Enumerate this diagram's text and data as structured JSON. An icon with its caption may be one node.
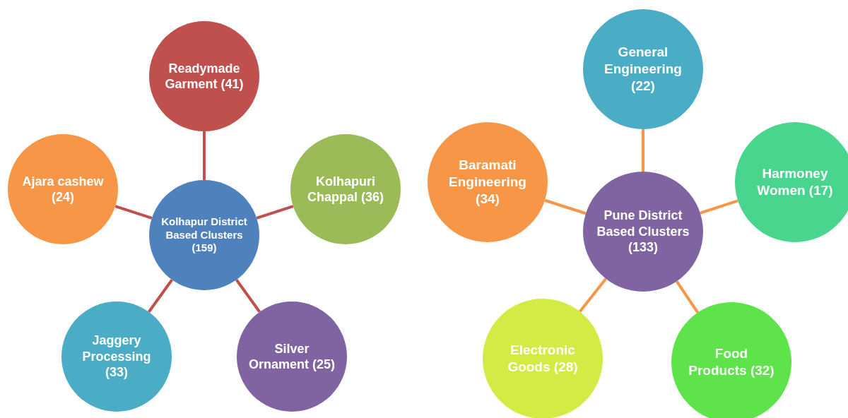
{
  "diagram": {
    "nodes": [
      {
        "text": [
          "Kolhapur District Based Clusters (159)"
        ]
      },
      {
        "text": [
          "Readymade Garment (41)"
        ]
      },
      {
        "text": [
          "Ajara cashew (24)"
        ]
      },
      {
        "text": [
          "Kolhapuri Chappal (36)"
        ]
      },
      {
        "text": [
          "Jaggery Processing (33)"
        ]
      },
      {
        "text": [
          "Silver Ornament (25)"
        ]
      },
      {
        "text": [
          "Pune District Based Clusters (133)"
        ]
      },
      {
        "text": [
          "General Engineering (22)"
        ]
      },
      {
        "text": [
          "Baramati Engineering (34)"
        ]
      },
      {
        "text": [
          "Harmoney Women (17)"
        ]
      },
      {
        "text": [
          "Electronic Goods (28)"
        ]
      },
      {
        "text": [
          "Food Products (32)"
        ]
      }
    ],
    "edges": [
      {
        "from": 0,
        "to": 1,
        "arrow": "none",
        "color": "#c0504d"
      },
      {
        "from": 0,
        "to": 2,
        "arrow": "none",
        "color": "#c0504d"
      },
      {
        "from": 0,
        "to": 3,
        "arrow": "none",
        "color": "#c0504d"
      },
      {
        "from": 0,
        "to": 4,
        "arrow": "none",
        "color": "#c0504d"
      },
      {
        "from": 0,
        "to": 5,
        "arrow": "none",
        "color": "#c0504d"
      },
      {
        "from": 6,
        "to": 7,
        "arrow": "none",
        "color": "#f79646"
      },
      {
        "from": 6,
        "to": 8,
        "arrow": "none",
        "color": "#f79646"
      },
      {
        "from": 6,
        "to": 9,
        "arrow": "none",
        "color": "#f79646"
      },
      {
        "from": 6,
        "to": 10,
        "arrow": "none",
        "color": "#f79646"
      },
      {
        "from": 6,
        "to": 11,
        "arrow": "none",
        "color": "#f79646"
      }
    ]
  }
}
